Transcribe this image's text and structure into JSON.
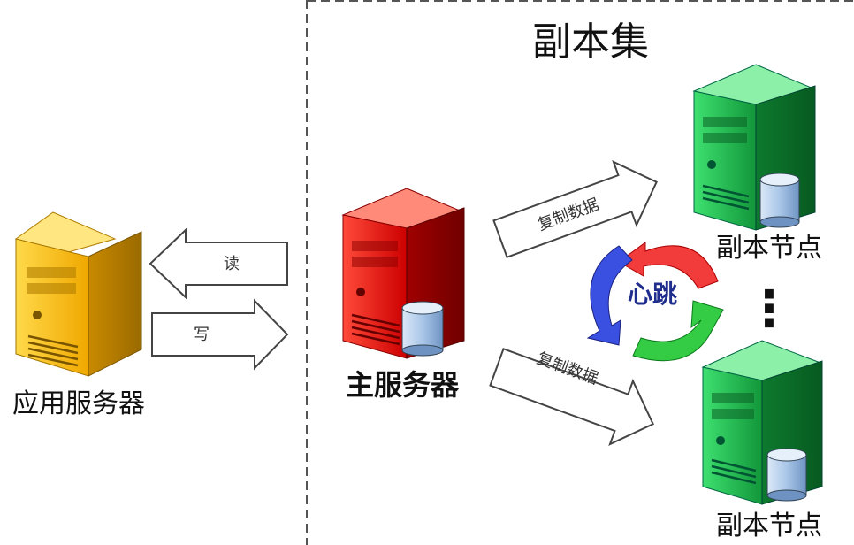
{
  "title": "副本集",
  "app_server": {
    "label": "应用服务器",
    "color": "#ffc20e"
  },
  "primary": {
    "label": "主服务器",
    "color": "#ee1c1c"
  },
  "secondaries": [
    {
      "label": "副本节点",
      "color": "#1db84a"
    },
    {
      "label": "副本节点",
      "color": "#1db84a"
    }
  ],
  "arrows": {
    "read": "读",
    "write": "写",
    "replicate_1": "复制数据",
    "replicate_2": "复制数据"
  },
  "heartbeat": {
    "label": "心跳",
    "colors": {
      "red": "#f23b3b",
      "green": "#33cc44",
      "blue": "#3a50e0"
    }
  },
  "ellipsis": "⋮",
  "colors": {
    "disk": "#a9c6e8",
    "divider": "#555555",
    "label_blue": "#1f2d8c"
  }
}
